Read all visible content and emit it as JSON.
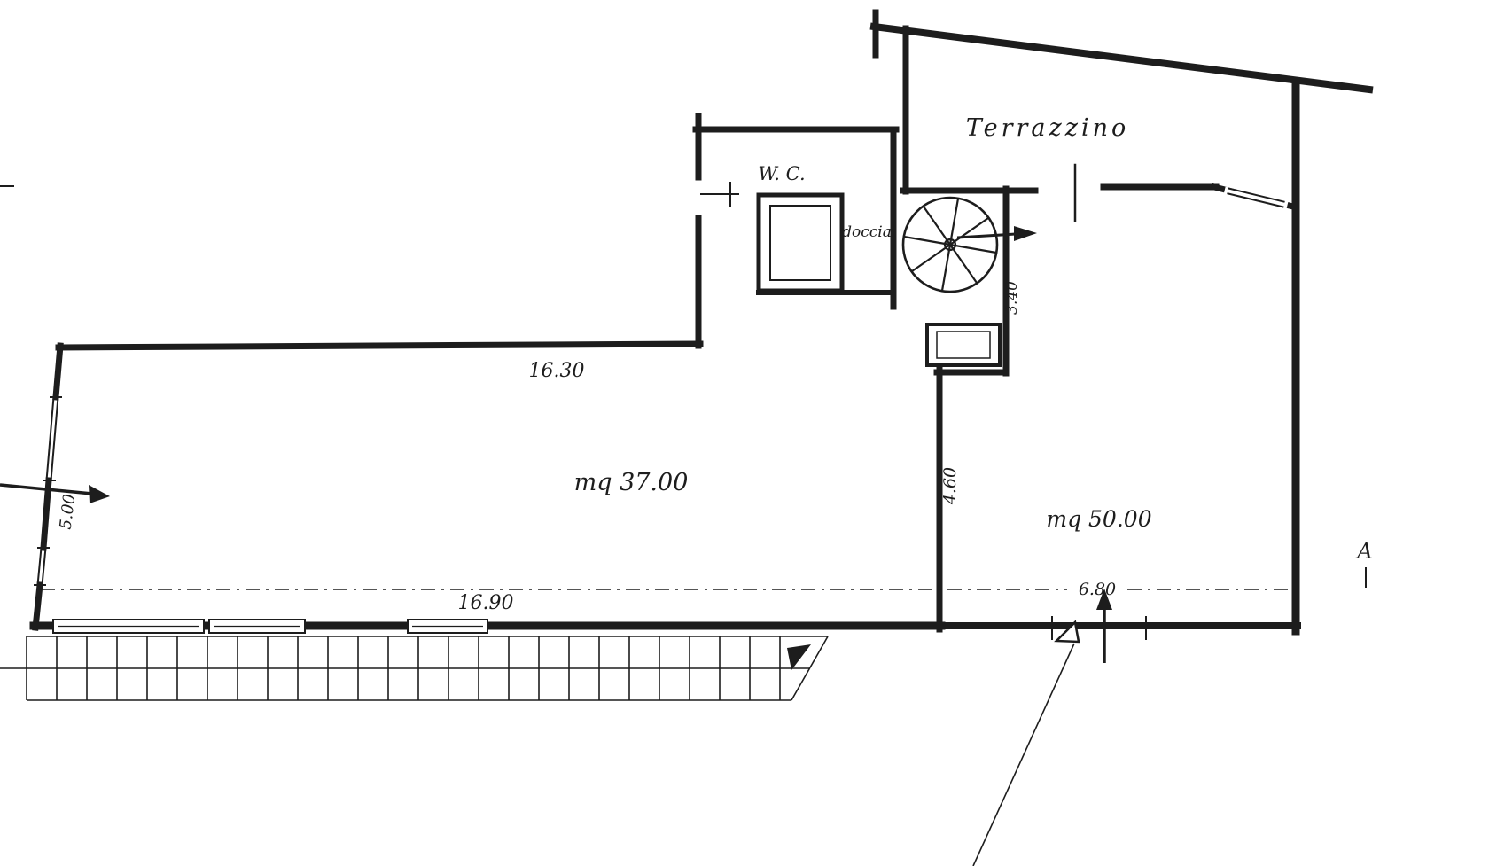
{
  "colors": {
    "ink": "#1d1d1d",
    "paper": "#ffffff"
  },
  "labels": {
    "terrace": "Terrazzino",
    "wc": "W. C.",
    "shower": "doccia",
    "main_area": "mq  37.00",
    "right_area": "mq 50.00",
    "dim_top": "16.30",
    "dim_bottom": "16.90",
    "dim_left": "5.00",
    "dim_stair": "3.40",
    "dim_inner": "4.60",
    "dim_right_bottom": "6.80",
    "section_marker": "A"
  }
}
